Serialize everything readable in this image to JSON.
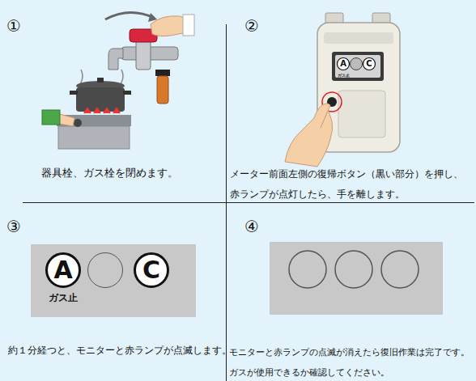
{
  "diagram": {
    "nodes": [
      {
        "text": [
          "ガス止"
        ]
      },
      {
        "text": [
          "A"
        ],
        "in": 0
      },
      {
        "text": [
          "C"
        ],
        "in": 0
      }
    ],
    "labels": [
      "①",
      "器具栓、ガス栓を閉めます。",
      "A",
      "C",
      "ガス止",
      "②",
      "メーター前面左側の復帰ボタン（黒い部分）を押し、赤ランプが点灯したら、手を離します。",
      "③",
      "約１分経つと、モニターと赤ランプが点滅します。",
      "④",
      "モニターと赤ランプの点滅が消えたら復旧作業は完了です。ガスが使用できるか確認してください。"
    ]
  }
}
